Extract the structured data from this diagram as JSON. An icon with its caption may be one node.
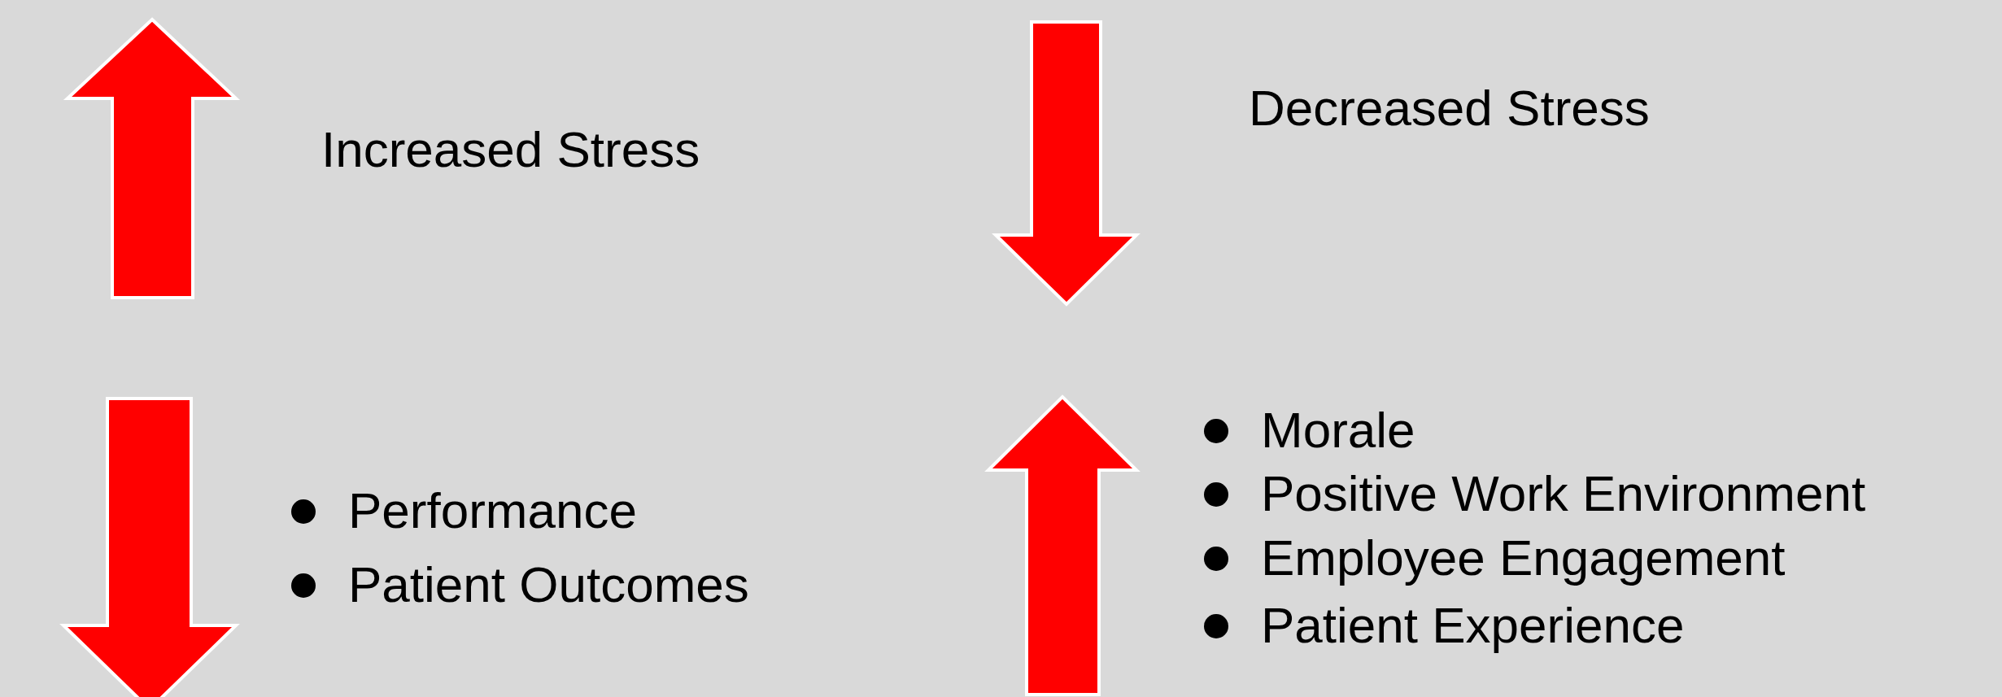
{
  "diagram": {
    "labels": [
      "Increased Stress",
      "Decreased Stress",
      "Performance",
      "Patient Outcomes",
      "Morale",
      "Positive Work Environment",
      "Employee Engagement",
      "Patient Experience"
    ]
  }
}
